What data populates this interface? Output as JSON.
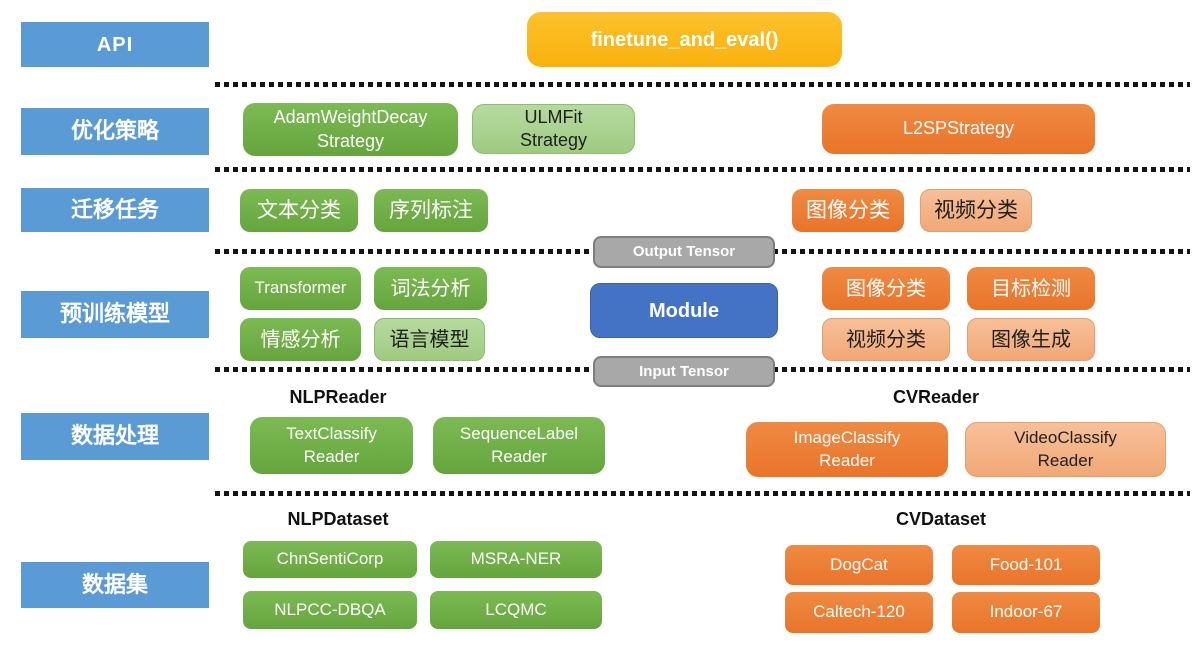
{
  "palette": {
    "category_blue": "#5B9BD5",
    "api_yellow": "#FBB917",
    "nlp_green": "#70AD47",
    "nlp_light_green": "#A9D18E",
    "cv_orange": "#ED7D31",
    "cv_light_orange": "#F4B183",
    "module_blue": "#4472C4",
    "tensor_gray": "#A8A8A8"
  },
  "left_column": {
    "items": [
      {
        "label": "API"
      },
      {
        "label": "优化策略"
      },
      {
        "label": "迁移任务"
      },
      {
        "label": "预训练模型"
      },
      {
        "label": "数据处理"
      },
      {
        "label": "数据集"
      }
    ]
  },
  "api_row": {
    "finetune_button": "finetune_and_eval()"
  },
  "strategy_row": {
    "adam": "AdamWeightDecay\nStrategy",
    "ulmfit": "ULMFit\nStrategy",
    "l2sp": "L2SPStrategy"
  },
  "task_row": {
    "nlp": [
      "文本分类",
      "序列标注"
    ],
    "cv": [
      "图像分类",
      "视频分类"
    ]
  },
  "model_row": {
    "nlp": [
      "Transformer",
      "词法分析",
      "情感分析",
      "语言模型"
    ],
    "center": {
      "output_tensor": "Output Tensor",
      "module": "Module",
      "input_tensor": "Input Tensor"
    },
    "cv": [
      "图像分类",
      "目标检测",
      "视频分类",
      "图像生成"
    ]
  },
  "reader_row": {
    "nlp_header": "NLPReader",
    "cv_header": "CVReader",
    "nlp": [
      "TextClassify\nReader",
      "SequenceLabel\nReader"
    ],
    "cv": [
      "ImageClassify\nReader",
      "VideoClassify\nReader"
    ]
  },
  "dataset_row": {
    "nlp_header": "NLPDataset",
    "cv_header": "CVDataset",
    "nlp": [
      "ChnSentiCorp",
      "MSRA-NER",
      "NLPCC-DBQA",
      "LCQMC"
    ],
    "cv": [
      "DogCat",
      "Food-101",
      "Caltech-120",
      "Indoor-67"
    ]
  }
}
